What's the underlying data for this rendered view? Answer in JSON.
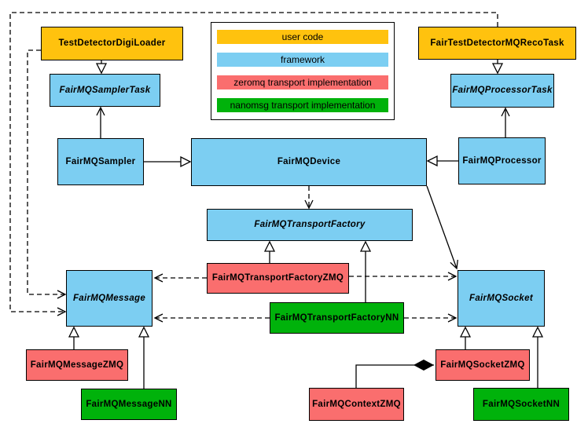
{
  "diagram": {
    "type": "uml-class-diagram",
    "colors": {
      "user_code": "#FFC20E",
      "framework": "#7CCEF2",
      "zeromq": "#FA6E6E",
      "nanomsg": "#00B20B",
      "line": "#000000",
      "background": "#FFFFFF"
    },
    "legend": {
      "items": [
        {
          "label": "user code",
          "color": "#FFC20E"
        },
        {
          "label": "framework",
          "color": "#7CCEF2"
        },
        {
          "label": "zeromq transport implementation",
          "color": "#FA6E6E"
        },
        {
          "label": "nanomsg transport implementation",
          "color": "#00B20B"
        }
      ]
    },
    "nodes": {
      "digiLoader": {
        "label": "TestDetectorDigiLoader",
        "category": "user_code",
        "abstract": false
      },
      "recoTask": {
        "label": "FairTestDetectorMQRecoTask",
        "category": "user_code",
        "abstract": false
      },
      "samplerTask": {
        "label": "FairMQSamplerTask",
        "category": "framework",
        "abstract": true
      },
      "processorTask": {
        "label": "FairMQProcessorTask",
        "category": "framework",
        "abstract": true
      },
      "sampler": {
        "label": "FairMQSampler",
        "category": "framework",
        "abstract": false
      },
      "device": {
        "label": "FairMQDevice",
        "category": "framework",
        "abstract": false
      },
      "processor": {
        "label": "FairMQProcessor",
        "category": "framework",
        "abstract": false
      },
      "transportFactory": {
        "label": "FairMQTransportFactory",
        "category": "framework",
        "abstract": true
      },
      "transportFactoryZMQ": {
        "label": "FairMQTransportFactoryZMQ",
        "category": "zeromq",
        "abstract": false
      },
      "transportFactoryNN": {
        "label": "FairMQTransportFactoryNN",
        "category": "nanomsg",
        "abstract": false
      },
      "message": {
        "label": "FairMQMessage",
        "category": "framework",
        "abstract": true
      },
      "socket": {
        "label": "FairMQSocket",
        "category": "framework",
        "abstract": true
      },
      "messageZMQ": {
        "label": "FairMQMessageZMQ",
        "category": "zeromq",
        "abstract": false
      },
      "messageNN": {
        "label": "FairMQMessageNN",
        "category": "nanomsg",
        "abstract": false
      },
      "contextZMQ": {
        "label": "FairMQContextZMQ",
        "category": "zeromq",
        "abstract": false
      },
      "socketZMQ": {
        "label": "FairMQSocketZMQ",
        "category": "zeromq",
        "abstract": false
      },
      "socketNN": {
        "label": "FairMQSocketNN",
        "category": "nanomsg",
        "abstract": false
      }
    },
    "edges": [
      {
        "from": "TestDetectorDigiLoader",
        "to": "FairMQSamplerTask",
        "type": "inheritance"
      },
      {
        "from": "FairTestDetectorMQRecoTask",
        "to": "FairMQProcessorTask",
        "type": "inheritance"
      },
      {
        "from": "FairMQSampler",
        "to": "FairMQDevice",
        "type": "inheritance"
      },
      {
        "from": "FairMQProcessor",
        "to": "FairMQDevice",
        "type": "inheritance"
      },
      {
        "from": "FairMQTransportFactoryZMQ",
        "to": "FairMQTransportFactory",
        "type": "inheritance"
      },
      {
        "from": "FairMQTransportFactoryNN",
        "to": "FairMQTransportFactory",
        "type": "inheritance"
      },
      {
        "from": "FairMQMessageZMQ",
        "to": "FairMQMessage",
        "type": "inheritance"
      },
      {
        "from": "FairMQMessageNN",
        "to": "FairMQMessage",
        "type": "inheritance"
      },
      {
        "from": "FairMQSocketZMQ",
        "to": "FairMQSocket",
        "type": "inheritance"
      },
      {
        "from": "FairMQSocketNN",
        "to": "FairMQSocket",
        "type": "inheritance"
      },
      {
        "from": "FairMQSampler",
        "to": "FairMQSamplerTask",
        "type": "association"
      },
      {
        "from": "FairMQProcessor",
        "to": "FairMQProcessorTask",
        "type": "association"
      },
      {
        "from": "FairMQDevice",
        "to": "FairMQSocket",
        "type": "association"
      },
      {
        "from": "FairMQDevice",
        "to": "FairMQTransportFactory",
        "type": "dependency"
      },
      {
        "from": "FairMQTransportFactoryZMQ",
        "to": "FairMQMessage",
        "type": "dependency"
      },
      {
        "from": "FairMQTransportFactoryZMQ",
        "to": "FairMQSocket",
        "type": "dependency"
      },
      {
        "from": "FairMQTransportFactoryNN",
        "to": "FairMQMessage",
        "type": "dependency"
      },
      {
        "from": "FairMQTransportFactoryNN",
        "to": "FairMQSocket",
        "type": "dependency"
      },
      {
        "from": "FairTestDetectorMQRecoTask",
        "to": "FairMQMessage",
        "type": "dependency"
      },
      {
        "from": "TestDetectorDigiLoader",
        "to": "FairMQMessage",
        "type": "dependency"
      },
      {
        "from": "FairMQContextZMQ",
        "to": "FairMQSocketZMQ",
        "type": "composition"
      }
    ]
  }
}
